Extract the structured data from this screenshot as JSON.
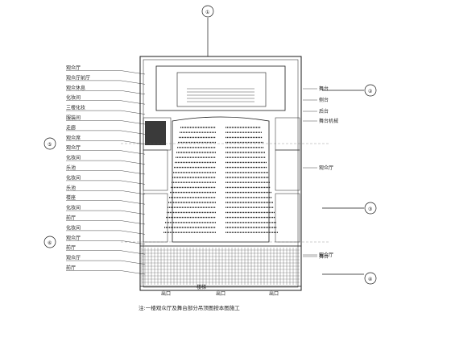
{
  "drawing": {
    "title_note": "注:一楼观众厅及舞台部分吊顶图按本图施工",
    "left_labels": [
      "观众厅",
      "观众厅前厅",
      "观众休息",
      "化妆间",
      "三楼化妆",
      "服装间",
      "走廊",
      "观众席",
      "观众厅",
      "化妆间",
      "乐池",
      "化妆间",
      "乐池",
      "楼座",
      "化妆间",
      "前厅",
      "化妆间",
      "观众厅",
      "前厅",
      "观众厅",
      "前厅"
    ],
    "right_labels": [
      "舞台",
      "侧台",
      "后台",
      "舞台机械",
      "观众厅",
      "观众厅",
      "舞台"
    ],
    "axis_markers": [
      "①",
      "②",
      "③",
      "④",
      "⑤",
      "⑥"
    ],
    "bottom_tags": [
      "出口",
      "出口",
      "出口"
    ],
    "stair_tag": "楼梯"
  },
  "colors": {
    "line": "#1a1a1a",
    "fill_dark": "#3a3a3a",
    "hatch": "#555555"
  }
}
